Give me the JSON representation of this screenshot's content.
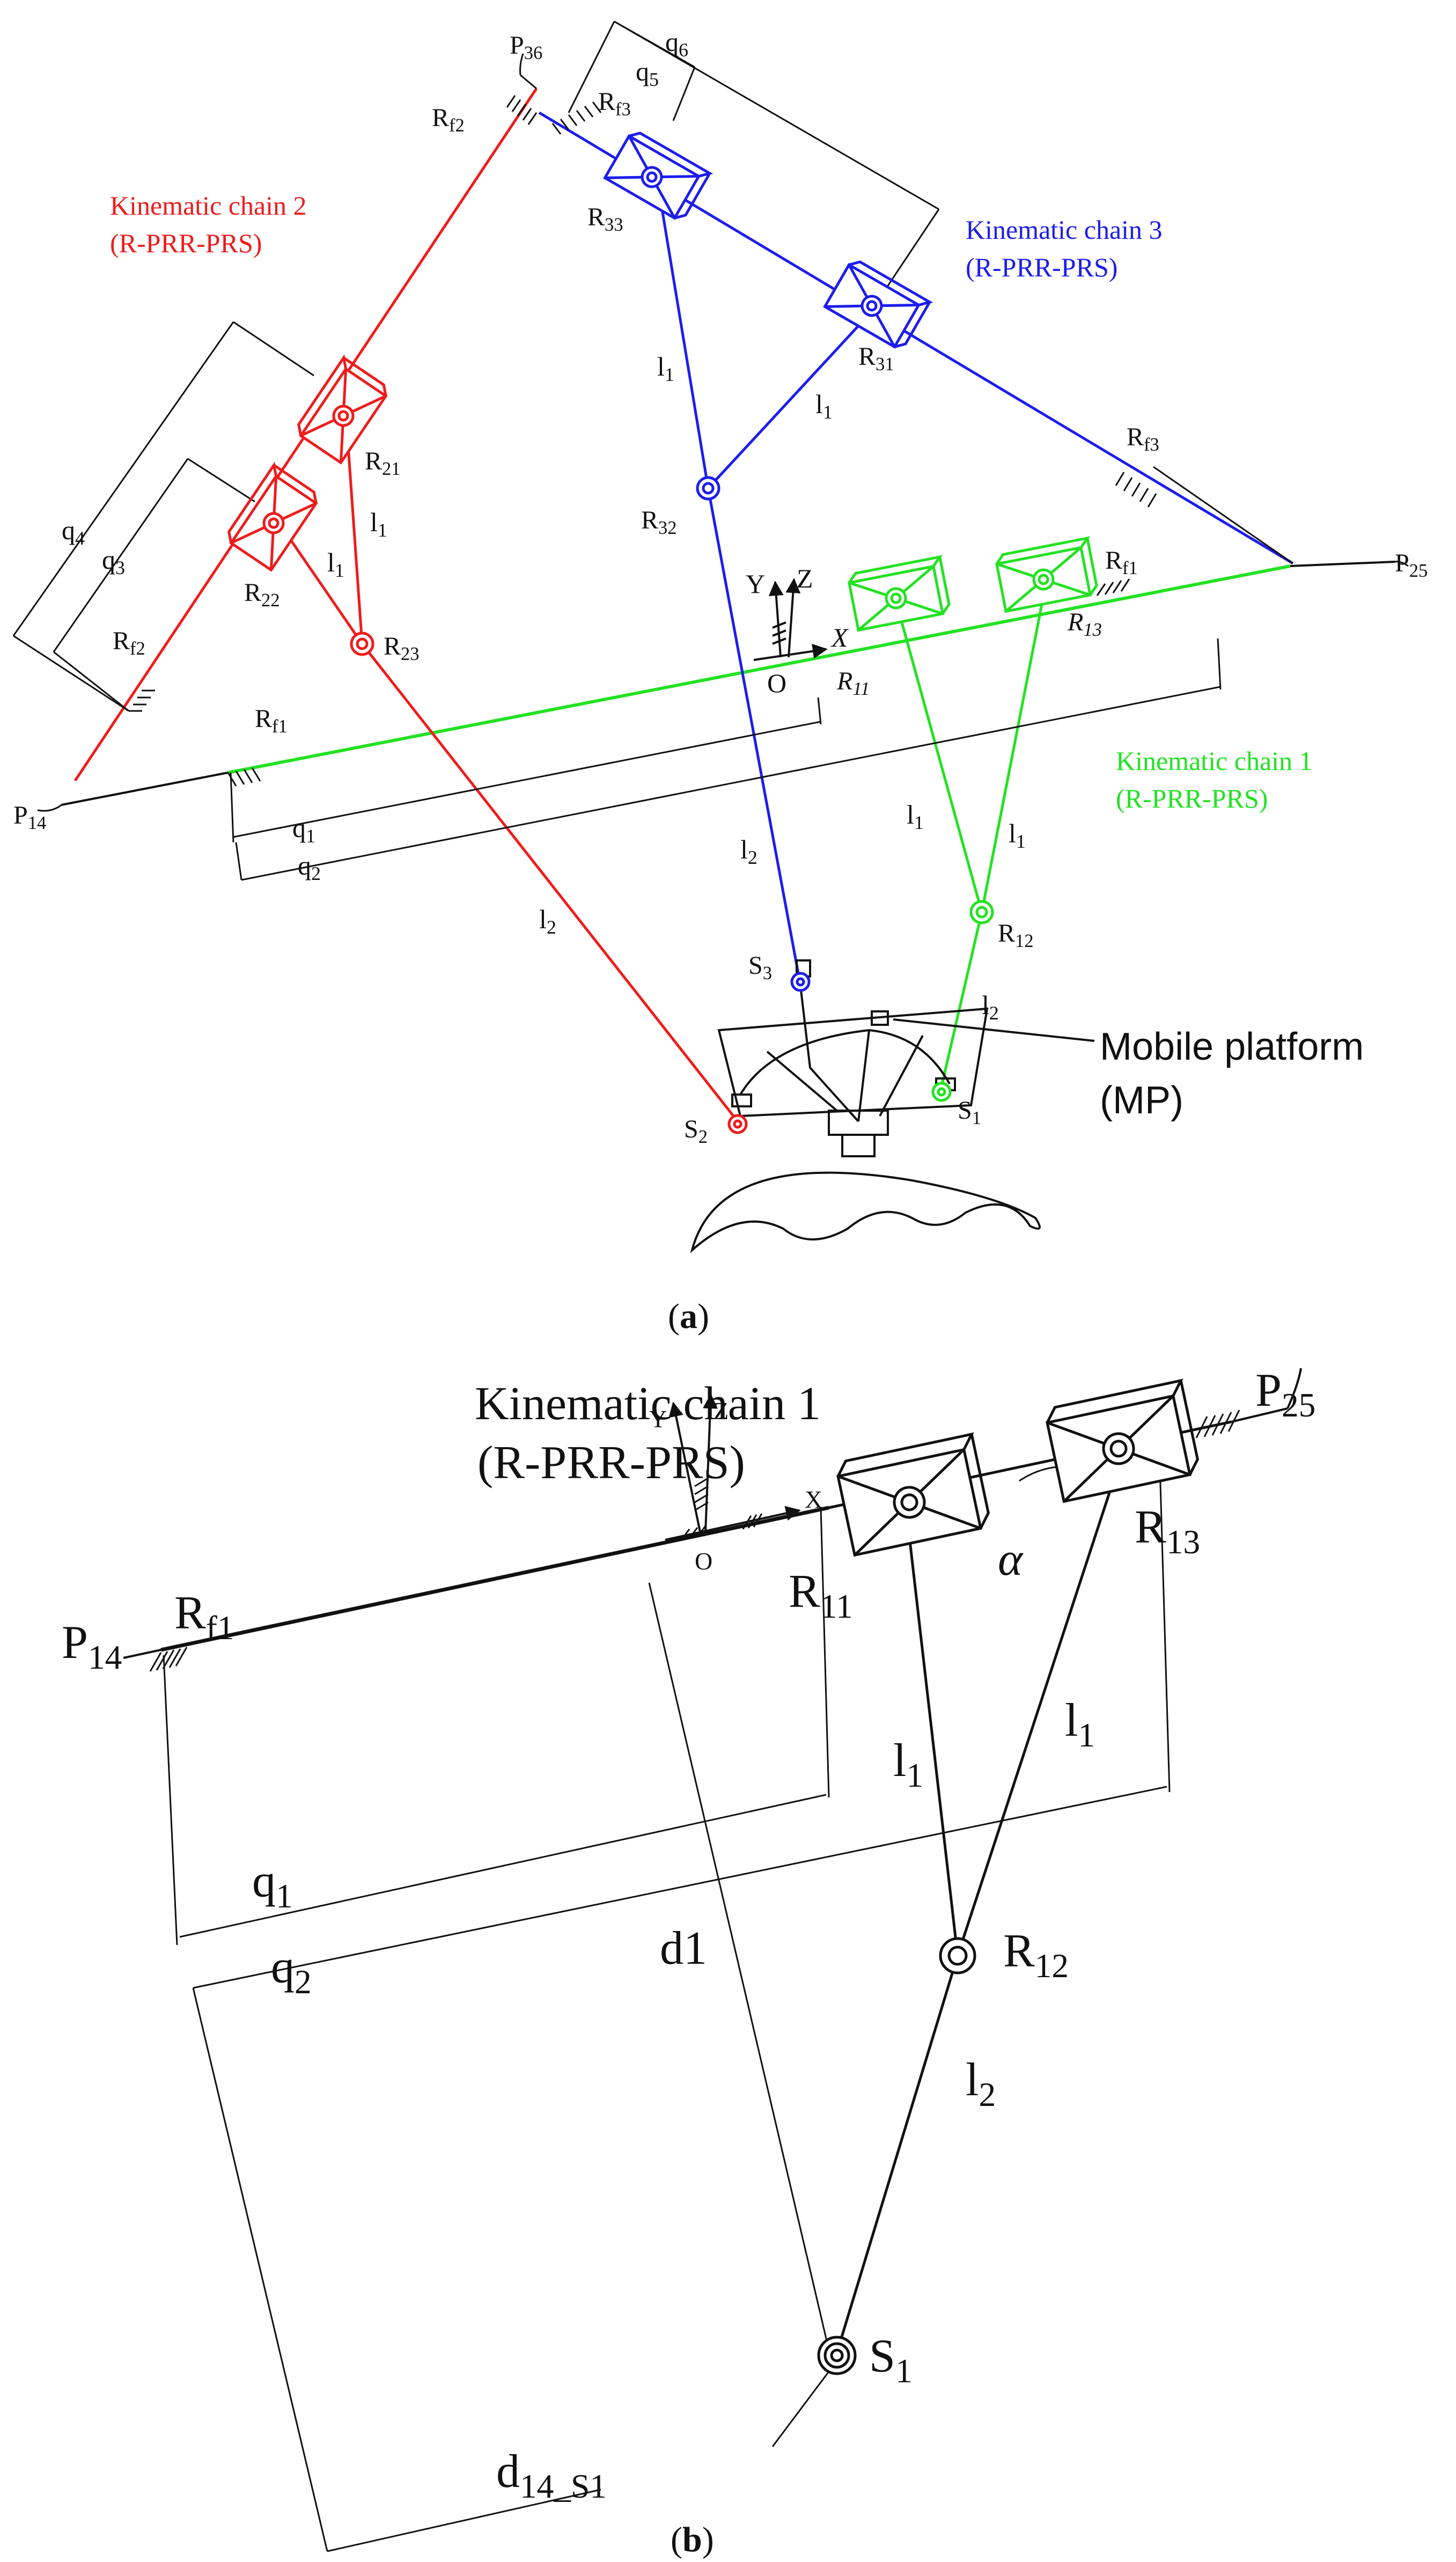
{
  "colors": {
    "chain1": "#22e222",
    "chain2": "#ee1c1c",
    "chain3": "#1c1cee",
    "ink": "#111111"
  },
  "panel_a": {
    "caption": {
      "open": "(",
      "letter": "a",
      "close": ")"
    },
    "chain2_title": "Kinematic chain 2",
    "chain2_code": "(R-PRR-PRS)",
    "chain3_title": "Kinematic chain 3",
    "chain3_code": "(R-PRR-PRS)",
    "chain1_title": "Kinematic chain 1",
    "chain1_code": "(R-PRR-PRS)",
    "mp_label": "Mobile platform",
    "mp_abbr": "(MP)",
    "axes": {
      "x": "X",
      "y": "Y",
      "z": "Z",
      "o": "O"
    },
    "points": {
      "p36": [
        "P",
        "36"
      ],
      "p25": [
        "P",
        "25"
      ],
      "p14": [
        "P",
        "14"
      ],
      "rf2_top": [
        "R",
        "f2"
      ],
      "rf3_top": [
        "R",
        "f3"
      ],
      "rf3_right": [
        "R",
        "f3"
      ],
      "rf1_right": [
        "R",
        "f1"
      ],
      "rf2_left": [
        "R",
        "f2"
      ],
      "rf1_left": [
        "R",
        "f1"
      ],
      "r33": [
        "R",
        "33"
      ],
      "r31": [
        "R",
        "31"
      ],
      "r32": [
        "R",
        "32"
      ],
      "r21": [
        "R",
        "21"
      ],
      "r22": [
        "R",
        "22"
      ],
      "r23": [
        "R",
        "23"
      ],
      "r11": [
        "R",
        "11"
      ],
      "r13": [
        "R",
        "13"
      ],
      "r12": [
        "R",
        "12"
      ],
      "s1": [
        "S",
        "1"
      ],
      "s2": [
        "S",
        "2"
      ],
      "s3": [
        "S",
        "3"
      ]
    },
    "dims": {
      "q1": [
        "q",
        "1"
      ],
      "q2": [
        "q",
        "2"
      ],
      "q3": [
        "q",
        "3"
      ],
      "q4": [
        "q",
        "4"
      ],
      "q5": [
        "q",
        "5"
      ],
      "q6": [
        "q",
        "6"
      ]
    },
    "links": {
      "l1_blue_a": [
        "l",
        "1"
      ],
      "l1_blue_b": [
        "l",
        "1"
      ],
      "l2_blue": [
        "l",
        "2"
      ],
      "l1_red": [
        "l",
        "1"
      ],
      "l1_red_b": [
        "l",
        "1"
      ],
      "l2_red": [
        "l",
        "2"
      ],
      "l1_green_a": [
        "l",
        "1"
      ],
      "l1_green_b": [
        "l",
        "1"
      ],
      "l2_green": [
        "l",
        "2"
      ]
    }
  },
  "panel_b": {
    "caption": {
      "open": "(",
      "letter": "b",
      "close": ")"
    },
    "title": "Kinematic chain 1",
    "code": "(R-PRR-PRS)",
    "axes": {
      "x": "X",
      "y": "Y",
      "z": "Z",
      "o": "O"
    },
    "alpha": "α",
    "d1": "d1",
    "points": {
      "p14": [
        "P",
        "14"
      ],
      "p25": [
        "P",
        "25"
      ],
      "rf1": [
        "R",
        "f1"
      ],
      "r11": [
        "R",
        "11"
      ],
      "r13": [
        "R",
        "13"
      ],
      "r12": [
        "R",
        "12"
      ],
      "s1": [
        "S",
        "1"
      ]
    },
    "dims": {
      "q1": [
        "q",
        "1"
      ],
      "q2": [
        "q",
        "2"
      ],
      "d14": [
        "d",
        "14_S1"
      ]
    },
    "links": {
      "l1_a": [
        "l",
        "1"
      ],
      "l1_b": [
        "l",
        "1"
      ],
      "l2": [
        "l",
        "2"
      ]
    }
  }
}
